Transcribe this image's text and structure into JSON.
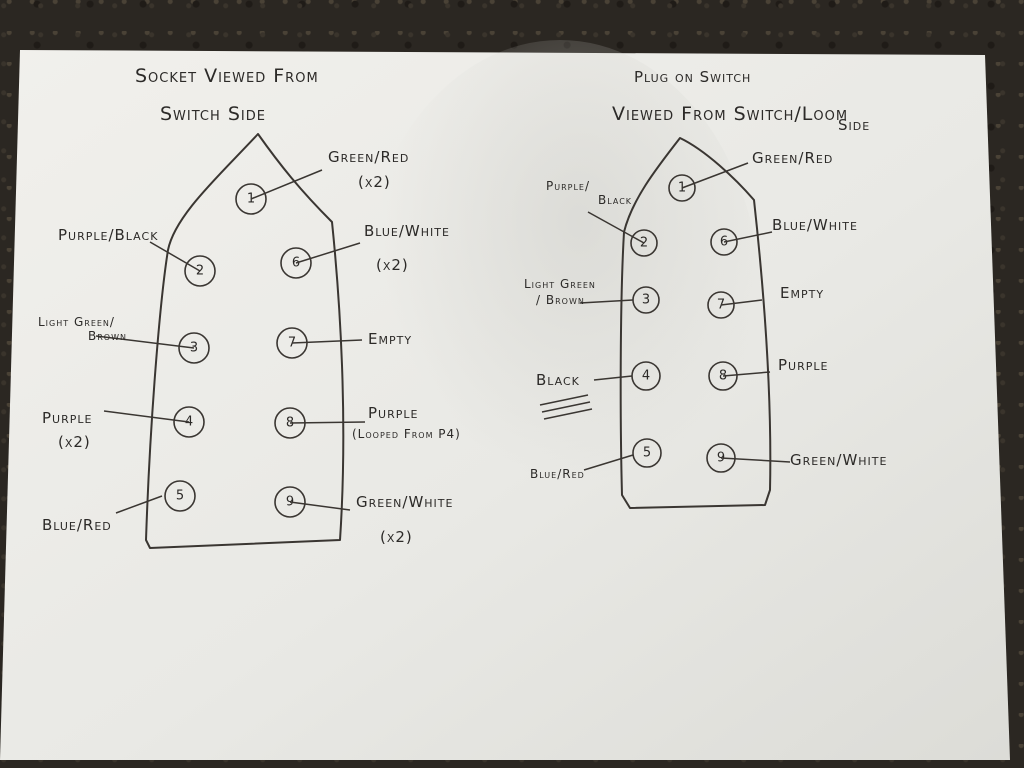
{
  "left_diagram": {
    "title_line1": "Socket Viewed From",
    "title_line2": "Switch Side",
    "pins": [
      "1",
      "2",
      "3",
      "4",
      "5",
      "6",
      "7",
      "8",
      "9"
    ],
    "labels": {
      "p1a": "Green/Red",
      "p1b": "(x2)",
      "p2": "Purple/Black",
      "p3a": "Light Green/",
      "p3b": "Brown",
      "p4a": "Purple",
      "p4b": "(x2)",
      "p5": "Blue/Red",
      "p6a": "Blue/White",
      "p6b": "(x2)",
      "p7": "Empty",
      "p8a": "Purple",
      "p8b": "(Looped From P4)",
      "p9a": "Green/White",
      "p9b": "(x2)"
    }
  },
  "right_diagram": {
    "title_line1": "Plug on Switch",
    "title_line2": "Viewed From Switch/Loom",
    "title_line3": "Side",
    "pins": [
      "1",
      "2",
      "3",
      "4",
      "5",
      "6",
      "7",
      "8",
      "9"
    ],
    "labels": {
      "p1": "Green/Red",
      "p2a": "Purple/",
      "p2b": "Black",
      "p3a": "Light Green",
      "p3b": "/ Brown",
      "p4": "Black",
      "p5": "Blue/Red",
      "p6": "Blue/White",
      "p7": "Empty",
      "p8": "Purple",
      "p9": "Green/White"
    }
  }
}
